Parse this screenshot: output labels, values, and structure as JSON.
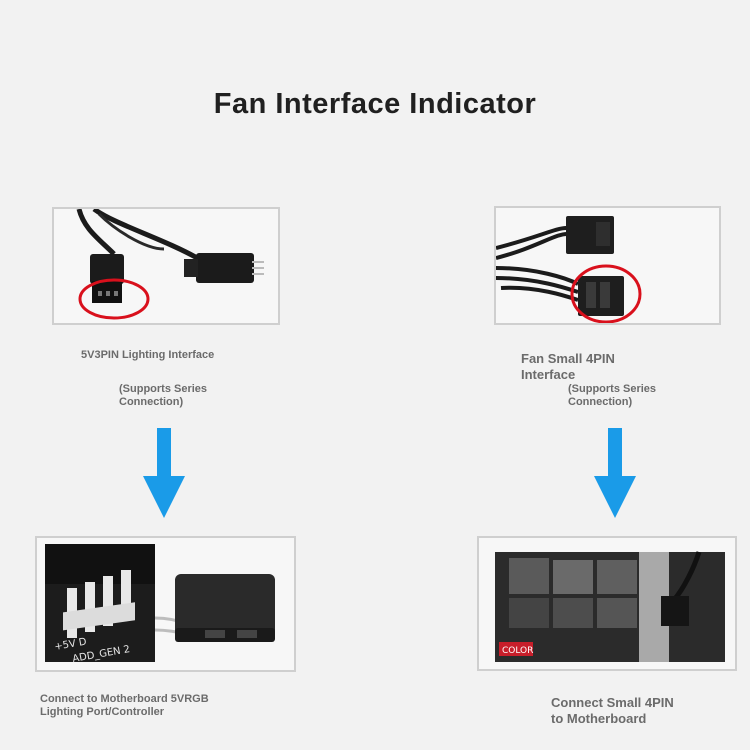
{
  "title": "Fan Interface Indicator",
  "left": {
    "top_label": "5V3PIN Lighting Interface",
    "top_note": "(Supports Series\n Connection)",
    "bottom_label": "Connect to Motherboard 5VRGB\n Lighting Port/Controller",
    "board_silkscreen_1": "+5V  D",
    "board_silkscreen_2": "ADD_GEN 2"
  },
  "right": {
    "top_label": "Fan Small 4PIN\n Interface",
    "top_note": "(Supports Series\n Connection)",
    "bottom_label": "Connect Small 4PIN\n to Motherboard",
    "board_silkscreen": "COLOR"
  },
  "colors": {
    "arrow": "#1a9be8",
    "highlight_circle": "#d9101c",
    "cable": "#1b1b1b"
  }
}
